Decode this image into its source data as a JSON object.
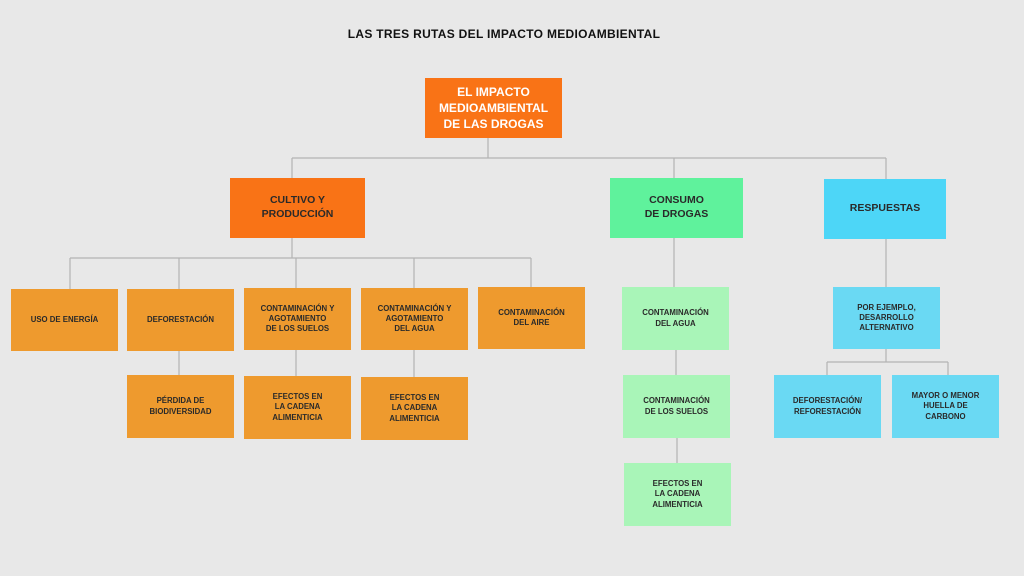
{
  "title": "LAS TRES RUTAS DEL IMPACTO MEDIOAMBIENTAL",
  "colors": {
    "root": "#f97316",
    "cultivo": "#f97316",
    "consumo": "#5ff29c",
    "respuestas": "#4dd6f7",
    "cultivo_child": "#ee9a2e",
    "consumo_child": "#a9f5b8",
    "respuestas_child": "#6ad9f3",
    "connector": "#b3b3b3"
  },
  "nodes": {
    "root": "EL IMPACTO\nMEDIOAMBIENTAL\nDE LAS DROGAS",
    "cultivo": "CULTIVO Y\nPRODUCCIÓN",
    "consumo": "CONSUMO\nDE DROGAS",
    "respuestas": "RESPUESTAS",
    "uso_energia": "USO DE ENERGÍA",
    "deforestacion": "DEFORESTACIÓN",
    "contam_suelos": "CONTAMINACIÓN Y\nAGOTAMIENTO\nDE LOS SUELOS",
    "contam_agua": "CONTAMINACIÓN Y\nAGOTAMIENTO\nDEL AGUA",
    "contam_aire": "CONTAMINACIÓN\nDEL AIRE",
    "perdida_biodiversidad": "PÉRDIDA DE\nBIODIVERSIDAD",
    "efectos_cadena_1": "EFECTOS EN\nLA CADENA\nALIMENTICIA",
    "efectos_cadena_2": "EFECTOS EN\nLA CADENA\nALIMENTICIA",
    "consumo_agua": "CONTAMINACIÓN\nDEL AGUA",
    "consumo_suelos": "CONTAMINACIÓN\nDE LOS SUELOS",
    "consumo_efectos": "EFECTOS EN\nLA CADENA\nALIMENTICIA",
    "desarrollo_alternativo": "POR EJEMPLO,\nDESARROLLO\nALTERNATIVO",
    "deforestacion_reforestacion": "DEFORESTACIÓN/\nREFORESTACIÓN",
    "huella_carbono": "MAYOR O MENOR\nHUELLA DE\nCARBONO"
  }
}
